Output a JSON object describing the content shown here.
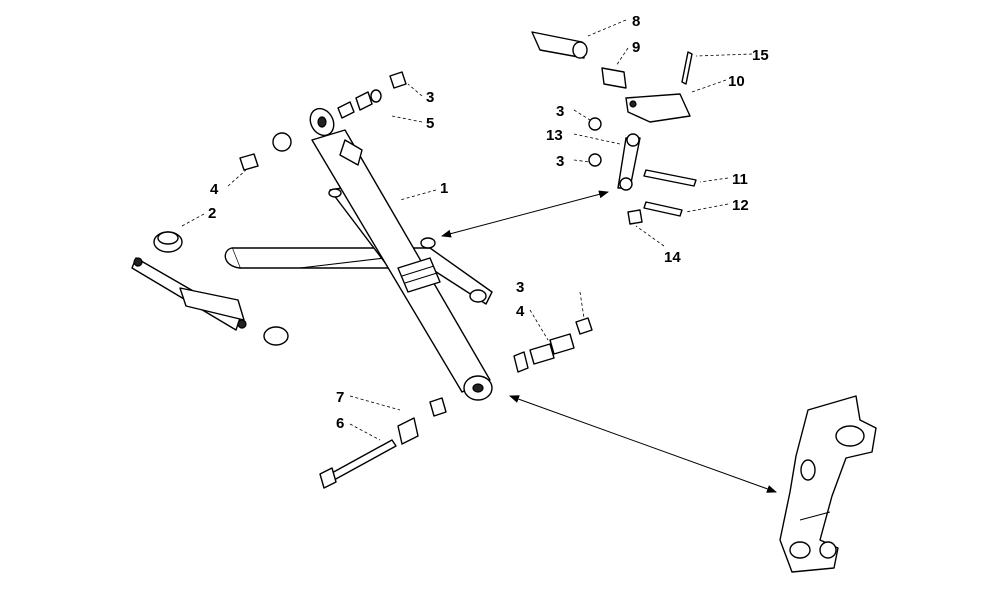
{
  "diagram": {
    "type": "exploded-parts-view",
    "callouts": {
      "c1": "1",
      "c2": "2",
      "c3a": "3",
      "c3b": "3",
      "c3c": "3",
      "c3d": "3",
      "c4a": "4",
      "c4b": "4",
      "c5": "5",
      "c6": "6",
      "c7": "7",
      "c8": "8",
      "c9": "9",
      "c10": "10",
      "c11": "11",
      "c12": "12",
      "c13": "13",
      "c14": "14",
      "c15": "15"
    }
  }
}
